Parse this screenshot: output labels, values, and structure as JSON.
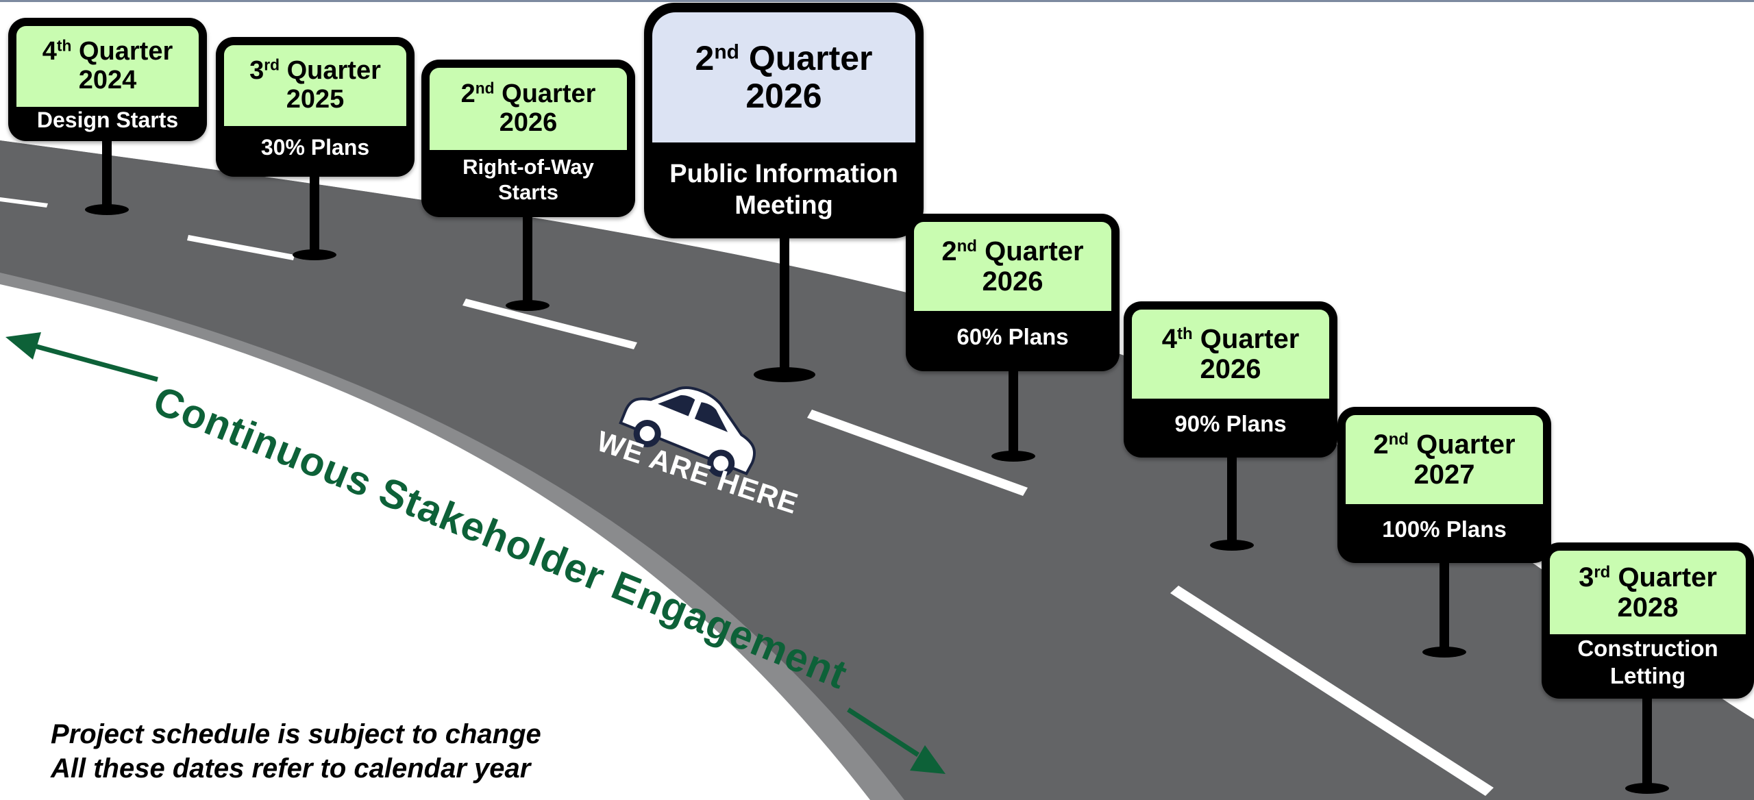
{
  "milestones": [
    {
      "ordinal": "4",
      "suffix": "th",
      "word": "Quarter",
      "year": "2024",
      "lines": [
        "Design Starts"
      ]
    },
    {
      "ordinal": "3",
      "suffix": "rd",
      "word": "Quarter",
      "year": "2025",
      "lines": [
        "30% Plans"
      ]
    },
    {
      "ordinal": "2",
      "suffix": "nd",
      "word": "Quarter",
      "year": "2026",
      "lines": [
        "Right-of-Way",
        "Starts"
      ]
    },
    {
      "ordinal": "2",
      "suffix": "nd",
      "word": "Quarter",
      "year": "2026",
      "lines": [
        "Public Information",
        "Meeting"
      ]
    },
    {
      "ordinal": "2",
      "suffix": "nd",
      "word": "Quarter",
      "year": "2026",
      "lines": [
        "60% Plans"
      ]
    },
    {
      "ordinal": "4",
      "suffix": "th",
      "word": "Quarter",
      "year": "2026",
      "lines": [
        "90% Plans"
      ]
    },
    {
      "ordinal": "2",
      "suffix": "nd",
      "word": "Quarter",
      "year": "2027",
      "lines": [
        "100% Plans"
      ]
    },
    {
      "ordinal": "3",
      "suffix": "rd",
      "word": "Quarter",
      "year": "2028",
      "lines": [
        "Construction",
        "Letting"
      ]
    }
  ],
  "current_marker": {
    "label": "WE ARE HERE",
    "icon": "car-icon"
  },
  "engagement": {
    "label": "Continuous Stakeholder Engagement",
    "icon": "double-arrow-icon"
  },
  "notes": [
    "Project schedule is subject to change",
    "All these dates refer to calendar year"
  ],
  "colors": {
    "sign_top": "#c9fcb1",
    "featured_sign_top": "#dce3f3",
    "sign_body": "#000000",
    "road": "#636466",
    "road_shoulder": "#8a8b8d",
    "engagement_green": "#0d6138"
  }
}
